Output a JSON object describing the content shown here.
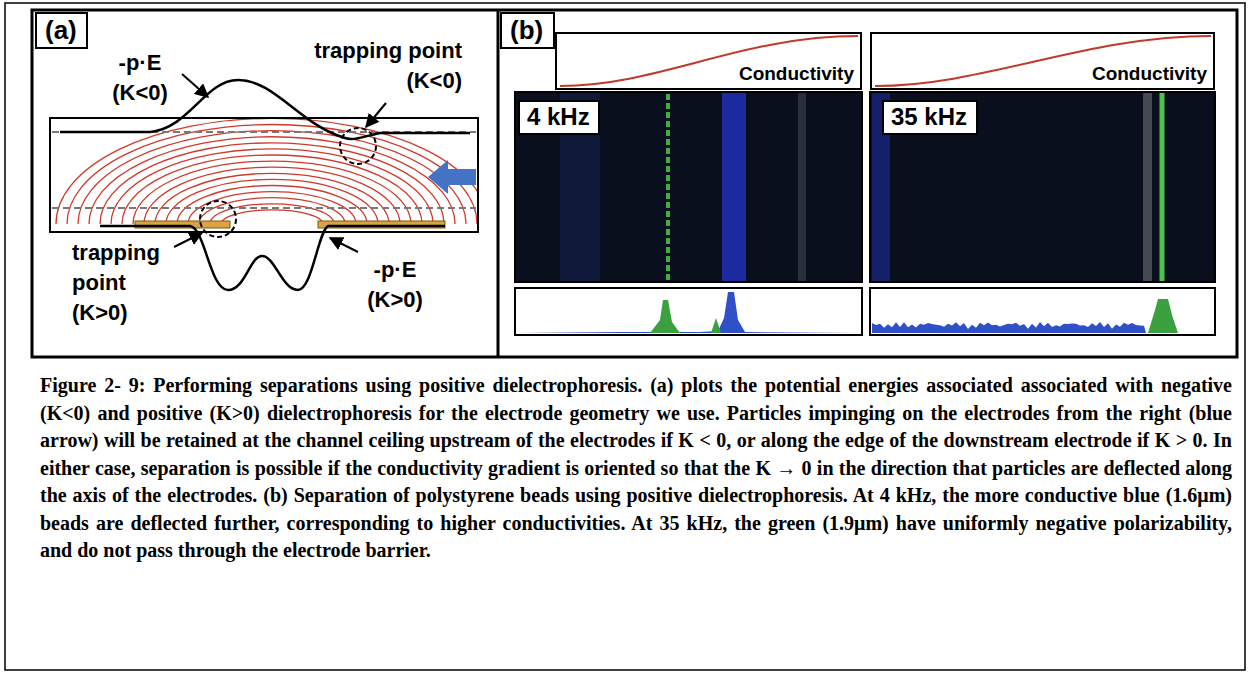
{
  "diagram": {
    "caption": "Figure 2- 9: Performing separations using positive dielectrophoresis. (a) plots the potential energies associated associated with negative (K<0) and positive (K>0) dielectrophoresis for the electrode geometry we use. Particles impinging on the electrodes from the right (blue arrow) will be retained at the channel ceiling upstream of the electrodes if K < 0, or along the edge of the downstream electrode if K > 0. In either case, separation is possible if the conductivity gradient is oriented so that the K → 0 in the direction that particles are deflected along the axis of the electrodes. (b) Separation of polystyrene beads using positive dielectrophoresis. At 4 kHz, the more conductive blue (1.6μm) beads are deflected further, corresponding to higher conductivities. At 35 kHz, the green (1.9μm) have uniformly negative polarizability, and do not pass through the electrode barrier.",
    "nodes": [
      {
        "text": [
          "(a)"
        ]
      },
      {
        "text": [
          "(b)"
        ]
      },
      {
        "text": [
          "Conductivity"
        ]
      },
      {
        "text": [
          "Conductivity"
        ]
      },
      {
        "text": [
          "4 kHz"
        ]
      },
      {
        "text": [
          "35 kHz"
        ]
      }
    ],
    "labels": [
      "-p·E (K<0)",
      "trapping point (K<0)",
      "trapping point (K>0)",
      "-p·E (K>0)"
    ]
  }
}
